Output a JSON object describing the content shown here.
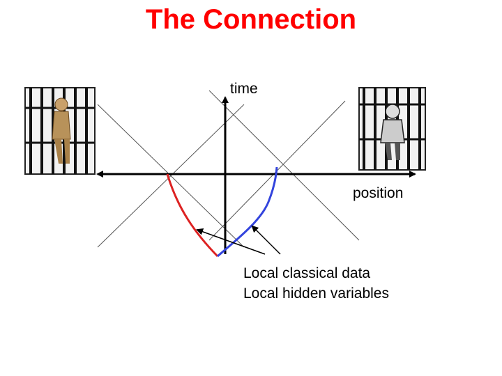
{
  "title": "The Connection",
  "axes": {
    "vertical_label": "time",
    "horizontal_label": "position"
  },
  "annotations": [
    "Local classical data",
    "Local hidden variables"
  ],
  "colors": {
    "title": "#ff0000",
    "left_worldline": "#dd2222",
    "right_worldline": "#3344dd",
    "lightcone": "#555555",
    "axis": "#000000"
  },
  "images": {
    "left_figure": "caged-person-left",
    "right_figure": "caged-person-right"
  }
}
